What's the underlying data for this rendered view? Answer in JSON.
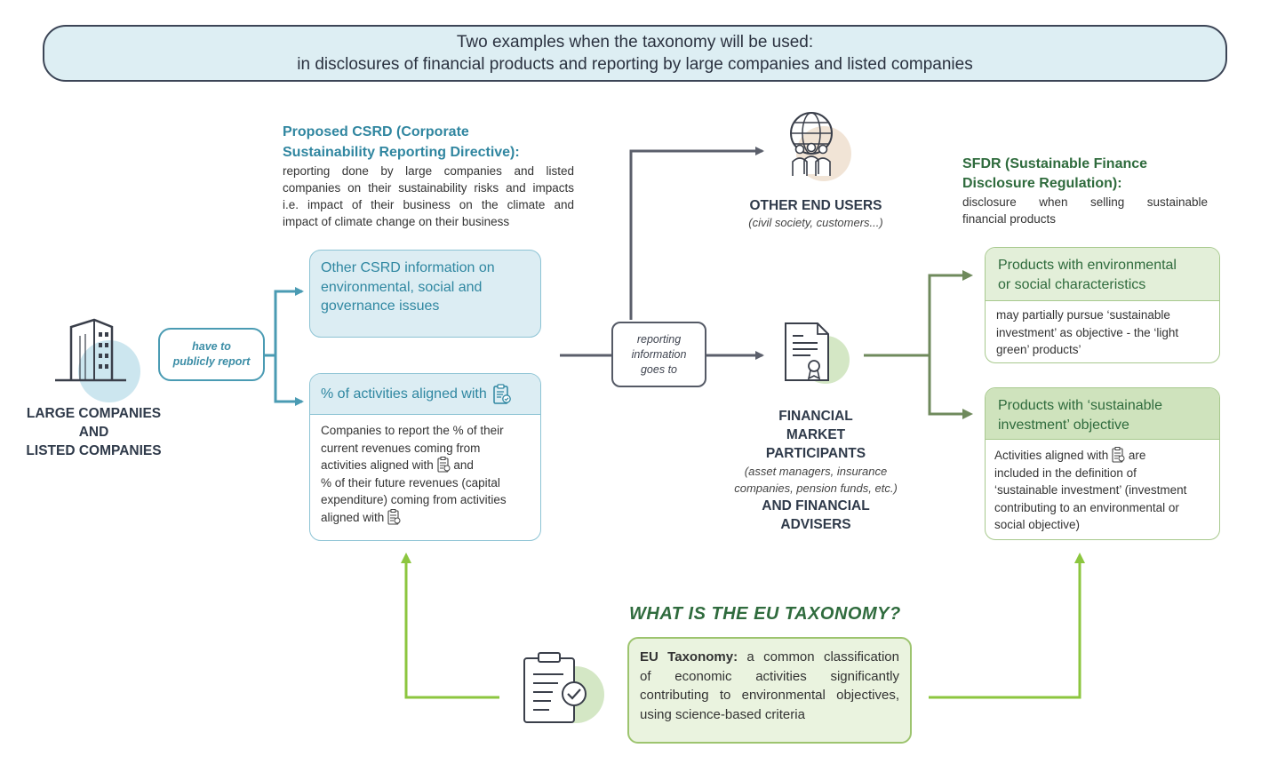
{
  "banner": {
    "line1": "Two examples when the taxonomy will be used:",
    "line2": "in disclosures of financial products and reporting by large companies and listed companies"
  },
  "large_companies": {
    "line1": "LARGE COMPANIES",
    "line2": "AND",
    "line3": "LISTED COMPANIES"
  },
  "report_pill": {
    "line1": "have to",
    "line2": "publicly report"
  },
  "csrd": {
    "title_line1": "Proposed CSRD (Corporate",
    "title_line2": "Sustainability Reporting Directive):",
    "text_line1": "reporting done by large companies and listed",
    "text_line2": "companies on their sustainability risks and impacts",
    "text_line3": "i.e. impact of their business on the climate and",
    "text_line4": "impact of climate change on their business"
  },
  "other_csrd_box": {
    "line1": "Other CSRD information on",
    "line2": "environmental, social and",
    "line3": "governance issues"
  },
  "aligned_box": {
    "header": "% of activities aligned with",
    "body_line1": "Companies to report the % of their",
    "body_line2": "current revenues coming from",
    "body_line3_a": "activities aligned with",
    "body_line3_b": "and",
    "body_line4": "% of their future revenues (capital",
    "body_line5": "expenditure) coming from activities",
    "body_line6": "aligned with"
  },
  "reporting_box": {
    "line1": "reporting",
    "line2": "information",
    "line3": "goes to"
  },
  "other_end_users": {
    "title": "OTHER END USERS",
    "subtitle": "(civil society, customers...)"
  },
  "financial_market": {
    "line1": "FINANCIAL",
    "line2": "MARKET",
    "line3": "PARTICIPANTS",
    "sub1": "(asset managers, insurance",
    "sub2": "companies, pension funds, etc.)",
    "line4": "AND FINANCIAL",
    "line5": "ADVISERS"
  },
  "sfdr": {
    "title_line1": "SFDR (Sustainable Finance",
    "title_line2": "Disclosure Regulation):",
    "text_line1": "disclosure when selling sustainable",
    "text_line2": "financial products"
  },
  "products_env": {
    "header_line1": "Products with environmental",
    "header_line2": "or social characteristics",
    "body_line1": "may partially pursue ‘sustainable",
    "body_line2": "investment’ as objective - the ‘light",
    "body_line3": "green’ products’"
  },
  "products_sust": {
    "header_line1": "Products with ‘sustainable",
    "header_line2": "investment’ objective",
    "body_line1_a": "Activities aligned with",
    "body_line1_b": "are",
    "body_line2": "included in the definition of",
    "body_line3": "‘sustainable investment’ (investment",
    "body_line4": "contributing to an environmental or",
    "body_line5": "social objective)"
  },
  "eu_taxonomy": {
    "heading": "WHAT IS THE EU TAXONOMY?",
    "bold": "EU Taxonomy:",
    "text_line1": "a common classification",
    "text_line2": "of economic activities significantly",
    "text_line3": "contributing to environmental objectives,",
    "text_line4": "using science-based criteria"
  },
  "icons": {
    "building": "building-icon",
    "people_globe": "people-globe-icon",
    "certificate": "certificate-document-icon",
    "clipboard": "clipboard-check-icon",
    "taxonomy_small": "taxonomy-clipboard-icon"
  },
  "colors": {
    "dark_line": "#5b5f6b",
    "blue_line": "#4a9bb3",
    "green_line": "#8cc63f",
    "olive_line": "#6f8a5c",
    "light_blue": "#dcedf3",
    "light_green": "#e3efd9"
  }
}
